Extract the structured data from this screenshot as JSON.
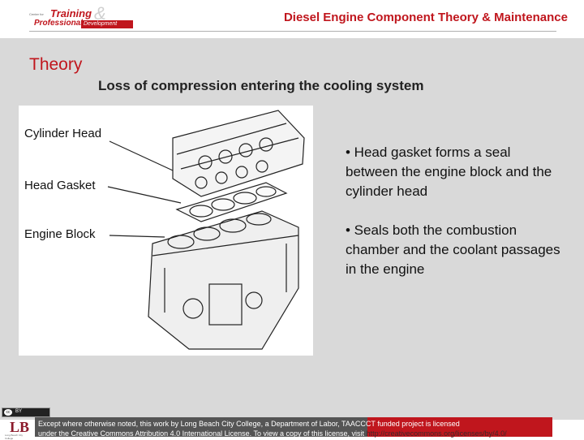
{
  "header": {
    "logo_small": "Center for",
    "logo_training": "Training",
    "logo_amp": "&",
    "logo_professional": "Professional",
    "logo_development": "Development",
    "title": "Diesel Engine Component Theory & Maintenance"
  },
  "slide": {
    "section_title": "Theory",
    "subtitle": "Loss of compression entering the cooling system",
    "figure": {
      "labels": [
        "Cylinder Head",
        "Head Gasket",
        "Engine Block"
      ]
    },
    "bullets": [
      "• Head gasket forms a seal between the engine block and the cylinder head",
      "• Seals both the combustion chamber and the coolant passages in the engine"
    ]
  },
  "footer": {
    "cc_label": "cc",
    "by_label": "BY",
    "lbcc_mark": "LB",
    "lbcc_caption": "Long Beach City College",
    "license_line1": "Except where otherwise noted, this work by Long Beach City College, a Department of Labor, TAACCCT funded project is licensed",
    "license_line2": "under the Creative Commons Attribution 4.0 International License. To view a copy of this license, visit",
    "license_url": "http://creativecommons.org/licenses/by/4.0/"
  }
}
